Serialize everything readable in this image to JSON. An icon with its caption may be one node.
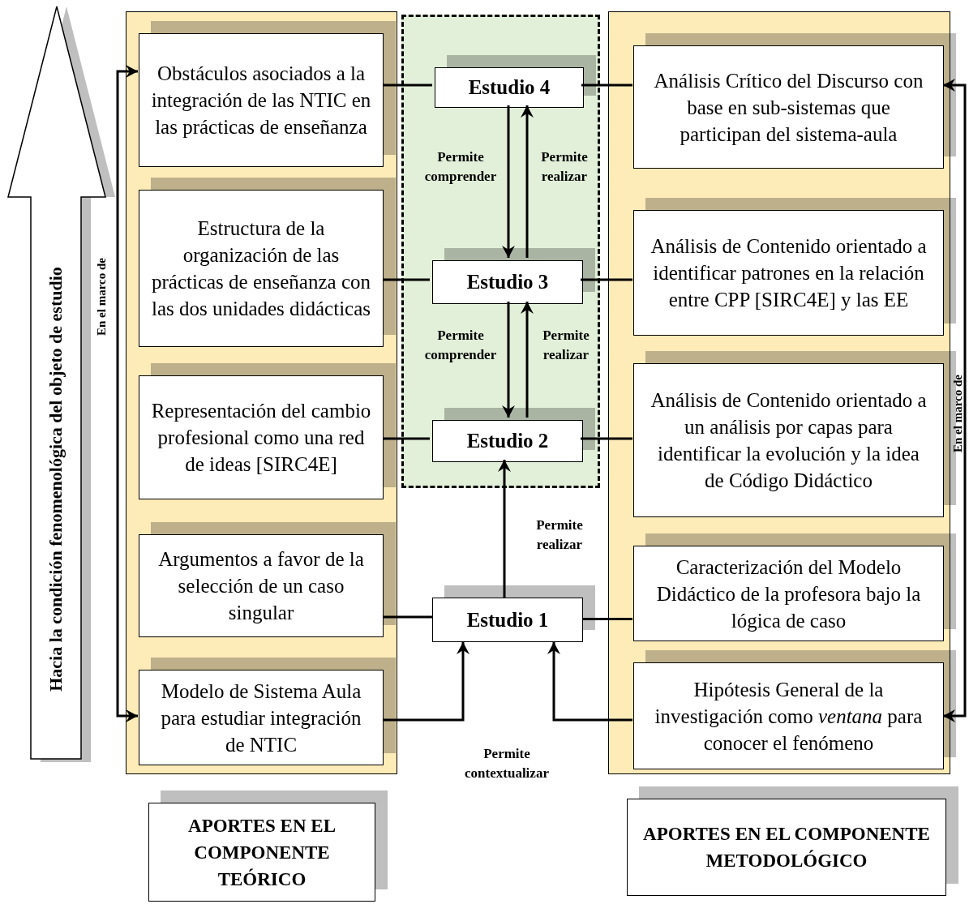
{
  "diagram": {
    "nodes": [
      {
        "text": [
          "Hacia la condición fenomenológica del objeto de estudio"
        ]
      },
      {
        "text": [],
        "shape": "box"
      },
      {
        "text": [
          "Obstáculos asociados a la integración de las NTIC en las prácticas de enseñanza"
        ],
        "in": 1
      },
      {
        "text": [
          "Estructura de la organización de las prácticas de enseñanza con las dos unidades didácticas"
        ],
        "in": 1
      },
      {
        "text": [
          "Representación del cambio profesional como una red de ideas [SIRC4E]"
        ],
        "in": 1
      },
      {
        "text": [
          "Argumentos a favor de la selección de un caso singular"
        ],
        "in": 1
      },
      {
        "text": [
          "Modelo de Sistema Aula para estudiar integración de NTIC"
        ],
        "in": 1
      },
      {
        "text": [],
        "shape": "box"
      },
      {
        "text": [
          "Estudio 4"
        ],
        "in": 7
      },
      {
        "text": [
          "Estudio 3"
        ],
        "in": 7
      },
      {
        "text": [
          "Estudio 2"
        ],
        "in": 7
      },
      {
        "text": [
          "Estudio 1"
        ]
      },
      {
        "text": [],
        "shape": "box"
      },
      {
        "text": [
          "Análisis Crítico del Discurso con base en sub-sistemas que participan del sistema-aula"
        ],
        "in": 12
      },
      {
        "text": [
          "Análisis de Contenido orientado a identificar patrones en la relación entre CPP [SIRC4E] y las EE"
        ],
        "in": 12
      },
      {
        "text": [
          "Análisis de Contenido orientado a un análisis por capas para identificar la evolución y la idea de Código Didáctico"
        ],
        "in": 12
      },
      {
        "text": [
          "Caracterización del Modelo Didáctico de la profesora bajo la lógica de caso"
        ],
        "in": 12
      },
      {
        "text": [
          "Hipótesis General de la investigación como *ventana* para conocer el fenómeno"
        ],
        "in": 12
      },
      {
        "text": [
          "APORTES EN EL COMPONENTE TEÓRICO"
        ]
      },
      {
        "text": [
          "APORTES EN EL COMPONENTE METODOLÓGICO"
        ]
      }
    ],
    "edges": [
      {
        "from": 2,
        "to": 8,
        "arrow": "none"
      },
      {
        "from": 8,
        "to": 13,
        "arrow": "none"
      },
      {
        "from": 3,
        "to": 9,
        "arrow": "none"
      },
      {
        "from": 9,
        "to": 14,
        "arrow": "none"
      },
      {
        "from": 4,
        "to": 10,
        "arrow": "none"
      },
      {
        "from": 10,
        "to": 15,
        "arrow": "none"
      },
      {
        "from": 5,
        "to": 11,
        "arrow": "none"
      },
      {
        "from": 11,
        "to": 16,
        "arrow": "none"
      },
      {
        "from": 8,
        "to": 9,
        "arrow": "to",
        "label": "Permite comprender"
      },
      {
        "from": 9,
        "to": 8,
        "arrow": "to",
        "label": "Permite realizar"
      },
      {
        "from": 9,
        "to": 10,
        "arrow": "to",
        "label": "Permite comprender"
      },
      {
        "from": 10,
        "to": 9,
        "arrow": "to",
        "label": "Permite realizar"
      },
      {
        "from": 11,
        "to": 10,
        "arrow": "to",
        "label": "Permite realizar"
      },
      {
        "from": 6,
        "to": 11,
        "arrow": "to"
      },
      {
        "from": 17,
        "to": 11,
        "arrow": "to"
      },
      {
        "from": 2,
        "to": 6,
        "arrow": "both",
        "label": "En el marco de"
      },
      {
        "from": 13,
        "to": 17,
        "arrow": "both",
        "label": "En el marco de"
      }
    ],
    "labels": [
      "Permite contextualizar"
    ]
  }
}
